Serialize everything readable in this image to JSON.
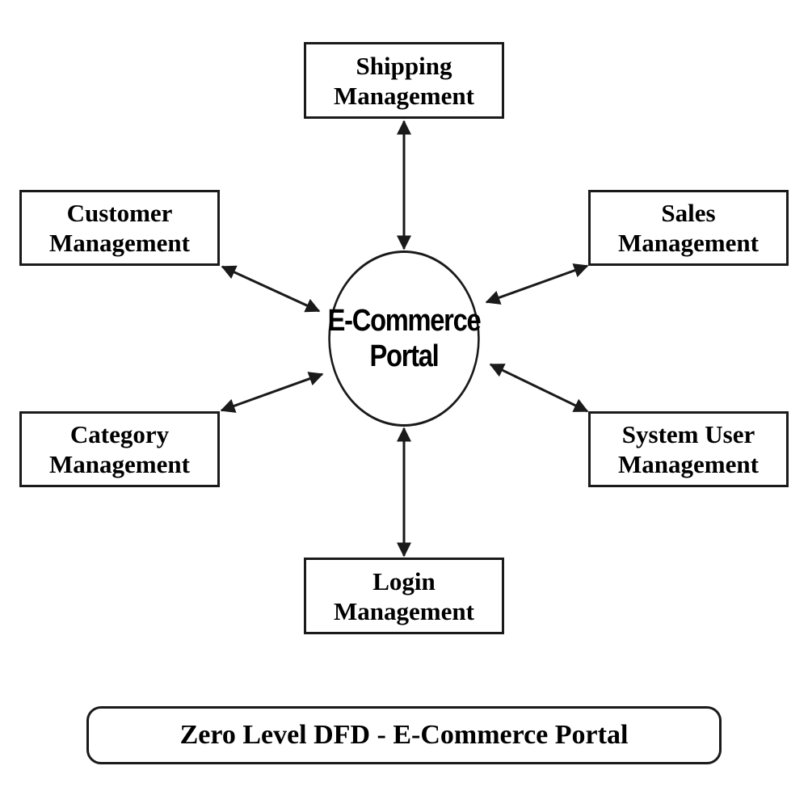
{
  "diagram": {
    "hub": {
      "line1": "E-Commerce",
      "line2": "Portal"
    },
    "nodes": {
      "shipping": {
        "line1": "Shipping",
        "line2": "Management"
      },
      "customer": {
        "line1": "Customer",
        "line2": "Management"
      },
      "sales": {
        "line1": "Sales",
        "line2": "Management"
      },
      "category": {
        "line1": "Category",
        "line2": "Management"
      },
      "system_user": {
        "line1": "System User",
        "line2": "Management"
      },
      "login": {
        "line1": "Login",
        "line2": "Management"
      }
    },
    "flows": [
      {
        "from": "E-Commerce Portal",
        "to": "Shipping Management",
        "direction": "bidirectional"
      },
      {
        "from": "E-Commerce Portal",
        "to": "Customer Management",
        "direction": "bidirectional"
      },
      {
        "from": "E-Commerce Portal",
        "to": "Sales Management",
        "direction": "bidirectional"
      },
      {
        "from": "E-Commerce Portal",
        "to": "Category Management",
        "direction": "bidirectional"
      },
      {
        "from": "E-Commerce Portal",
        "to": "System User Management",
        "direction": "bidirectional"
      },
      {
        "from": "E-Commerce Portal",
        "to": "Login Management",
        "direction": "bidirectional"
      }
    ],
    "caption": "Zero Level DFD - E-Commerce Portal",
    "colors": {
      "stroke": "#1a1a1a",
      "background": "#ffffff"
    }
  }
}
